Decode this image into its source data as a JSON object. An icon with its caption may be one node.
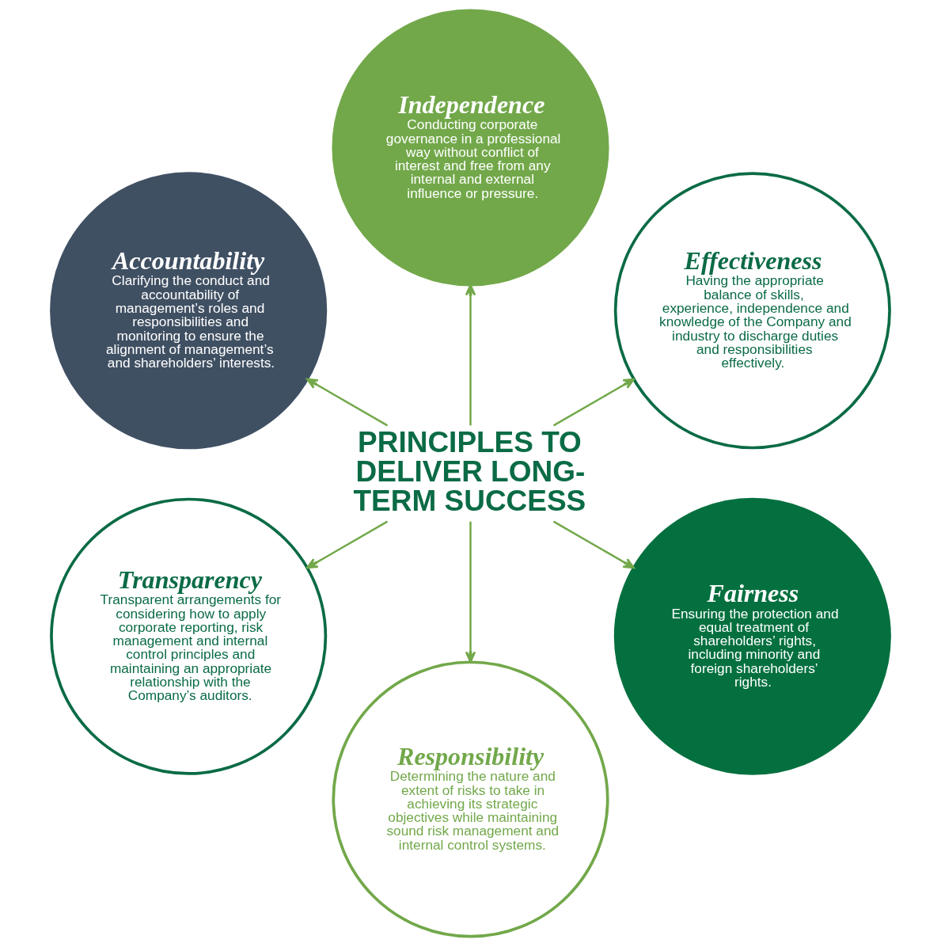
{
  "diagram": {
    "nodes": [
      {
        "text": [
          "Effectiveness",
          "Having the appropriate balance of skills, experience, independence and knowledge of the Company and industry to discharge duties and responsibilities effectively."
        ]
      },
      {
        "text": [
          "Independence",
          "Conducting corporate governance in a professional way without conflict of interest and free from any internal and external influence or pressure."
        ]
      },
      {
        "text": [
          "Accountability",
          "Clarifying the conduct and accountability of management’s roles and responsibilities and monitoring to ensure the alignment of management’s and shareholders’ interests."
        ]
      },
      {
        "text": [
          "PRINCIPLES TO DELIVER LONG-TERM SUCCESS"
        ]
      },
      {
        "text": [
          "Transparency",
          "Transparent arrangements for considering how to apply corporate reporting, risk management and internal control principles and maintaining an appropriate relationship with the Company’s auditors."
        ]
      },
      {
        "text": [
          "Responsibility",
          "Determining the nature and extent of risks to take in achieving its strategic objectives while maintaining sound risk management and internal control systems."
        ]
      },
      {
        "text": [
          "Fairness",
          "Ensuring the protection and equal treatment of shareholders’ rights, including minority and foreign shareholders’ rights."
        ]
      }
    ],
    "edges": [
      {
        "from": 3,
        "to": 0,
        "arrow": "to"
      },
      {
        "from": 3,
        "to": 2,
        "arrow": "to"
      },
      {
        "from": 3,
        "to": 5,
        "arrow": "to"
      },
      {
        "from": 3,
        "to": 6,
        "arrow": "to"
      },
      {
        "from": 3,
        "to": 4,
        "arrow": "to"
      },
      {
        "from": 3,
        "to": 1,
        "arrow": "to"
      }
    ]
  }
}
